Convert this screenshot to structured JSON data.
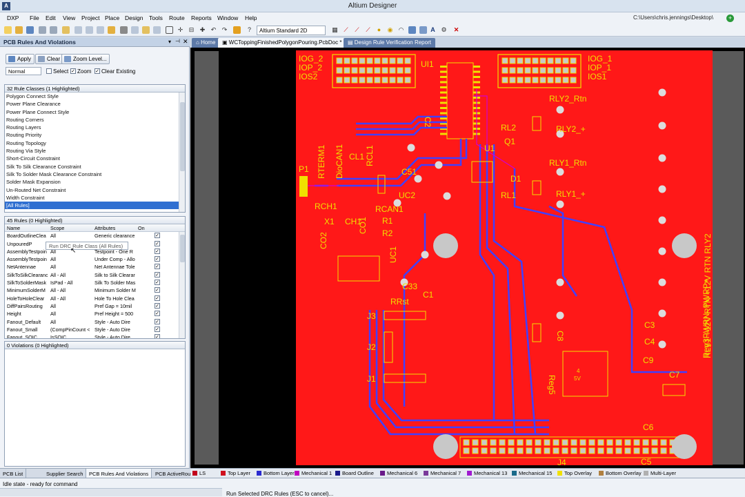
{
  "window": {
    "title": "Altium Designer",
    "path": "C:\\Users\\chris.jennings\\Desktop\\"
  },
  "menu": [
    "DXP",
    "File",
    "Edit",
    "View",
    "Project",
    "Place",
    "Design",
    "Tools",
    "Route",
    "Reports",
    "Window",
    "Help"
  ],
  "toolbar": {
    "view_mode": "Altium Standard 2D"
  },
  "tabs": [
    {
      "label": "Home"
    },
    {
      "label": "WCToppingFinishedPolygonPouring.PcbDoc *"
    },
    {
      "label": "Design Rule Verification Report"
    }
  ],
  "panel": {
    "title": "PCB Rules And Violations",
    "apply": "Apply",
    "clear": "Clear",
    "zoom_level": "Zoom Level...",
    "mode": "Normal",
    "opt_select": "Select",
    "opt_zoom": "Zoom",
    "opt_clear_existing": "Clear Existing",
    "rule_classes_header": "32 Rule Classes (1 Highlighted)",
    "rule_classes": [
      "Polygon Connect Style",
      "Power Plane Clearance",
      "Power Plane Connect Style",
      "Routing Corners",
      "Routing Layers",
      "Routing Priority",
      "Routing Topology",
      "Routing Via Style",
      "Short-Circuit Constraint",
      "Silk To Silk Clearance Constraint",
      "Silk To Solder Mask Clearance Constraint",
      "Solder Mask Expansion",
      "Un-Routed Net Constraint",
      "Width Constraint",
      "[All Rules]"
    ],
    "rules_header": "45 Rules (0 Highlighted)",
    "rule_columns": {
      "name": "Name",
      "scope": "Scope",
      "attributes": "Attributes",
      "on": "On"
    },
    "rules": [
      {
        "name": "BoardOutlineClea",
        "scope": "All",
        "attributes": "Generic clearance"
      },
      {
        "name": "UnpouredP",
        "scope": "",
        "attributes": ""
      },
      {
        "name": "AssemblyTestpoin",
        "scope": "All",
        "attributes": "Testpoint - One R"
      },
      {
        "name": "AssemblyTestpoin",
        "scope": "All",
        "attributes": "Under Comp - Allo"
      },
      {
        "name": "NetAntennae",
        "scope": "All",
        "attributes": "Net Antennae Tole"
      },
      {
        "name": "SilkToSilkClearanc",
        "scope": "All - All",
        "attributes": "Silk to Silk Clearar"
      },
      {
        "name": "SilkToSolderMask",
        "scope": "IsPad - All",
        "attributes": "Silk To Solder Mas"
      },
      {
        "name": "MinimumSolderM",
        "scope": "All - All",
        "attributes": "Minimum Solder M"
      },
      {
        "name": "HoleToHoleClear",
        "scope": "All - All",
        "attributes": "Hole To Hole Clea"
      },
      {
        "name": "DiffPairsRouting",
        "scope": "All",
        "attributes": "Pref Gap = 10mil"
      },
      {
        "name": "Height",
        "scope": "All",
        "attributes": "Pref Height = 500"
      },
      {
        "name": "Fanout_Default",
        "scope": "All",
        "attributes": "Style - Auto   Dire"
      },
      {
        "name": "Fanout_Small",
        "scope": "(CompPinCount <",
        "attributes": "Style - Auto   Dire"
      },
      {
        "name": "Fanout_SOIC",
        "scope": "IsSOIC",
        "attributes": "Style - Auto   Dire"
      }
    ],
    "context_tip": "Run DRC Rule Class (All Rules)",
    "violations_header": "0 Violations (0 Highlighted)"
  },
  "panel_tabs": [
    "PCB List",
    "Supplier Search",
    "PCB Rules And Violations",
    "PCB ActiveRou"
  ],
  "layers": [
    {
      "name": "LS",
      "color": "#c2001c"
    },
    {
      "name": "Top Layer",
      "color": "#d0101e"
    },
    {
      "name": "Bottom Layer",
      "color": "#2a2ad0"
    },
    {
      "name": "Mechanical 1",
      "color": "#c000c0"
    },
    {
      "name": "Board Outline",
      "color": "#1a1a8a"
    },
    {
      "name": "Mechanical 6",
      "color": "#6a1a8a"
    },
    {
      "name": "Mechanical 7",
      "color": "#7a3a9a"
    },
    {
      "name": "Mechanical 13",
      "color": "#a01ad0"
    },
    {
      "name": "Mechanical 15",
      "color": "#1a6a8a"
    },
    {
      "name": "Top Overlay",
      "color": "#f0e000"
    },
    {
      "name": "Bottom Overlay",
      "color": "#b08040"
    },
    {
      "name": "Multi-Layer",
      "color": "#b0b0b0"
    }
  ],
  "status": {
    "left": "Idle state - ready for command",
    "middle": "Run Selected DRC Rules (ESC to cancel)..."
  },
  "pcb_labels": [
    "IOG_2",
    "IOP_2",
    "IOS2",
    "UI1",
    "IOG_1",
    "IOP_1",
    "IOS1",
    "RLY2_Rtn",
    "RLY2_+",
    "RL2",
    "Q1",
    "U1",
    "D1",
    "RLY1_Rtn",
    "RLY1_+",
    "RL1",
    "C2",
    "RTERM1",
    "DioCAN1",
    "CL1",
    "RCL1",
    "C51",
    "P1",
    "RCH1",
    "UC2",
    "RCAN1",
    "X1",
    "CH1",
    "CO1",
    "R1",
    "R2",
    "CO2",
    "UC1",
    "C33",
    "RRst",
    "C1",
    "J3",
    "J2",
    "J1",
    "C8",
    "Reg5",
    "C3",
    "C4",
    "C9",
    "C7",
    "C6",
    "C5",
    "J4",
    "RLY1 +12V RTN +12V RTN RLY2",
    "Reg3PWRN- PWRP+",
    "4",
    "5V"
  ]
}
